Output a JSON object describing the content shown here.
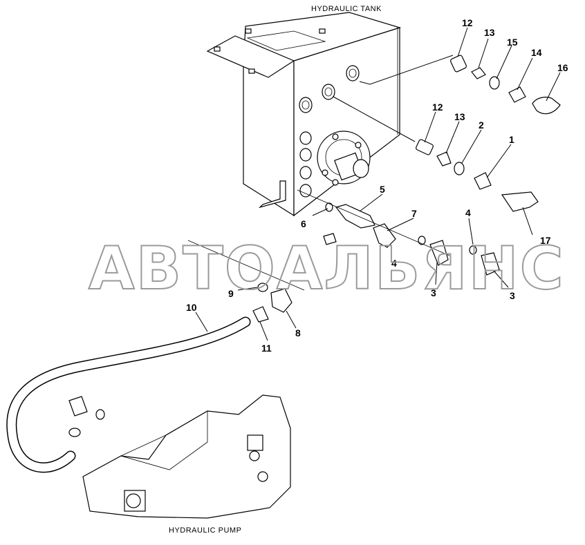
{
  "labels": {
    "tank": "HYDRAULIC TANK",
    "pump": "HYDRAULIC PUMP",
    "watermark": "АВТОАЛЬЯНС"
  },
  "callouts": [
    {
      "id": "c12a",
      "text": "12"
    },
    {
      "id": "c13a",
      "text": "13"
    },
    {
      "id": "c15",
      "text": "15"
    },
    {
      "id": "c14",
      "text": "14"
    },
    {
      "id": "c16",
      "text": "16"
    },
    {
      "id": "c12b",
      "text": "12"
    },
    {
      "id": "c13b",
      "text": "13"
    },
    {
      "id": "c2",
      "text": "2"
    },
    {
      "id": "c1",
      "text": "1"
    },
    {
      "id": "c5",
      "text": "5"
    },
    {
      "id": "c7",
      "text": "7"
    },
    {
      "id": "c4a",
      "text": "4"
    },
    {
      "id": "c6",
      "text": "6"
    },
    {
      "id": "c17",
      "text": "17"
    },
    {
      "id": "c4b",
      "text": "4"
    },
    {
      "id": "c3a",
      "text": "3"
    },
    {
      "id": "c3b",
      "text": "3"
    },
    {
      "id": "c9",
      "text": "9"
    },
    {
      "id": "c10",
      "text": "10"
    },
    {
      "id": "c8",
      "text": "8"
    },
    {
      "id": "c11",
      "text": "11"
    }
  ]
}
